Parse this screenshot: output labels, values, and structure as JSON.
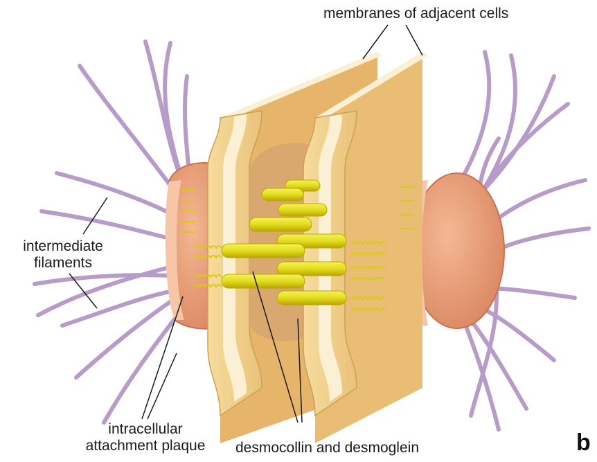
{
  "labels": {
    "membranes": "membranes of adjacent cells",
    "intermediate_filaments_1": "intermediate",
    "intermediate_filaments_2": "filaments",
    "plaque_1": "intracellular",
    "plaque_2": "attachment plaque",
    "cadherins": "desmocollin and desmoglein",
    "panel_letter": "b"
  },
  "colors": {
    "filament": "#b79bc9",
    "filament_edge": "#8e6fa6",
    "membrane_face": "#f3d38e",
    "membrane_side": "#e9b96a",
    "membrane_stripe": "#fbefd4",
    "plaque": "#e89f78",
    "plaque_edge": "#c9724d",
    "cytoplasm": "#ddb07a",
    "cadherin": "#e2dc1e",
    "cadherin_edge": "#b9a700"
  }
}
